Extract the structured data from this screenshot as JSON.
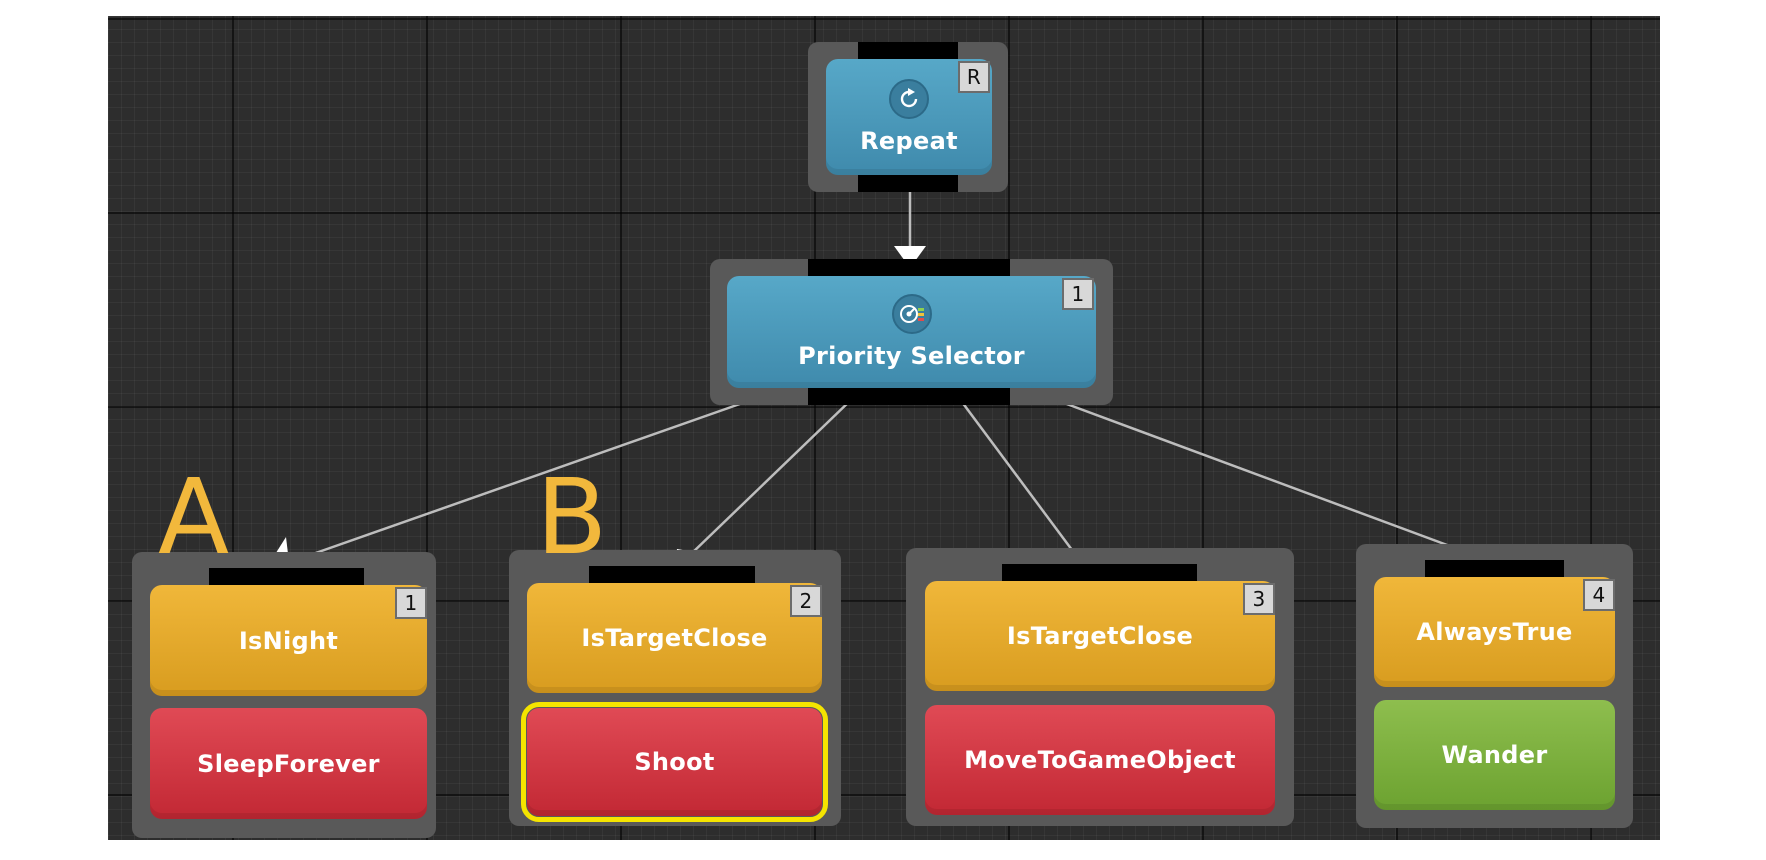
{
  "annotations": {
    "a": "A",
    "b": "B"
  },
  "nodes": {
    "repeat": {
      "label": "Repeat",
      "badge": "R",
      "icon": "repeat-icon",
      "color": "#4a9bbd"
    },
    "priority_selector": {
      "label": "Priority Selector",
      "badge": "1",
      "icon": "priority-selector-icon",
      "color": "#4a9bbd"
    },
    "branches": [
      {
        "badge": "1",
        "condition": "IsNight",
        "action": "SleepForever"
      },
      {
        "badge": "2",
        "condition": "IsTargetClose",
        "action": "Shoot",
        "highlighted": true
      },
      {
        "badge": "3",
        "condition": "IsTargetClose",
        "action": "MoveToGameObject"
      },
      {
        "badge": "4",
        "condition": "AlwaysTrue",
        "action": "Wander"
      }
    ]
  },
  "colors": {
    "composite": "#4a9bbd",
    "condition": "#e6a82c",
    "action": "#d23540",
    "wander_action": "#7cb040",
    "highlight": "#f5e400",
    "annotation": "#f2b83c"
  }
}
